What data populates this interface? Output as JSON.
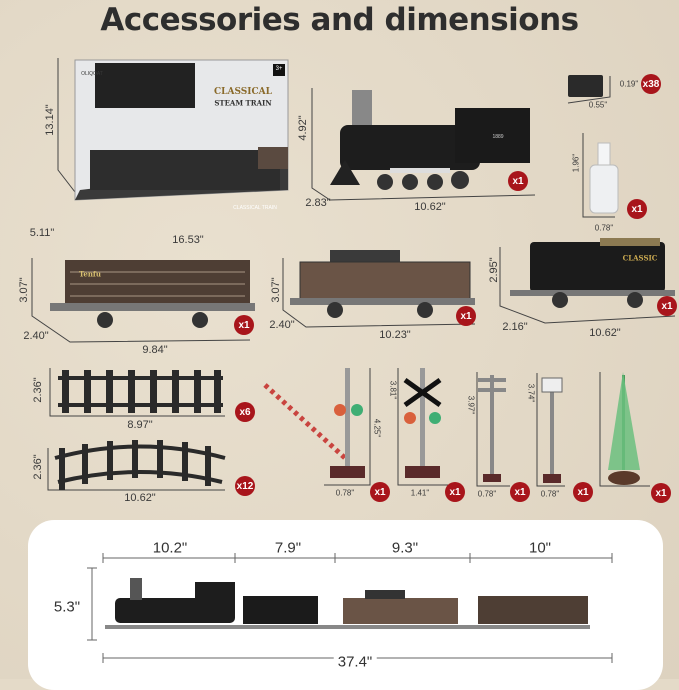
{
  "title": "Accessories and dimensions",
  "colors": {
    "background": "#e4dac8",
    "badge": "#a8151b",
    "panel": "#ffffff"
  },
  "box": {
    "brand": "OLIQOAT",
    "age": "3+",
    "name_line1": "CLASSICAL",
    "name_line2": "STEAM TRAIN",
    "footer": "CLASSICAL TRAIN",
    "height": "13.14\"",
    "depth": "5.11\"",
    "width": "16.53\""
  },
  "locomotive": {
    "number": "1889",
    "height": "4.92\"",
    "depth": "2.83\"",
    "length": "10.62\"",
    "qty": "x1"
  },
  "smoke_block": {
    "height": "0.19\"",
    "length": "0.55\"",
    "qty": "x38"
  },
  "bottle": {
    "height": "1.96\"",
    "width": "0.78\"",
    "qty": "x1"
  },
  "cattle_car": {
    "logo": "Tenfu",
    "height": "3.07\"",
    "depth": "2.40\"",
    "length": "9.84\"",
    "qty": "x1"
  },
  "caboose": {
    "height": "3.07\"",
    "depth": "2.40\"",
    "length": "10.23\"",
    "qty": "x1"
  },
  "tender": {
    "logo": "CLASSIC",
    "height": "2.95\"",
    "depth": "2.16\"",
    "length": "10.62\"",
    "qty": "x1"
  },
  "straight_track": {
    "height": "2.36\"",
    "length": "8.97\"",
    "qty": "x6"
  },
  "curved_track": {
    "height": "2.36\"",
    "length": "10.62\"",
    "qty": "x12"
  },
  "crossing_gate": {
    "height": "4.25\"",
    "width": "0.78\"",
    "qty": "x1"
  },
  "crossing_signal": {
    "height": "3.81\"",
    "width": "1.41\"",
    "qty": "x1"
  },
  "telegraph_pole": {
    "height": "3.97\"",
    "width": "0.78\"",
    "qty": "x1"
  },
  "lamp_post": {
    "height": "3.74\"",
    "width": "0.78\"",
    "qty": "x1"
  },
  "tree": {
    "qty": "x1"
  },
  "assembled": {
    "segments": [
      "10.2\"",
      "7.9\"",
      "9.3\"",
      "10\""
    ],
    "height": "5.3\"",
    "total": "37.4\""
  }
}
